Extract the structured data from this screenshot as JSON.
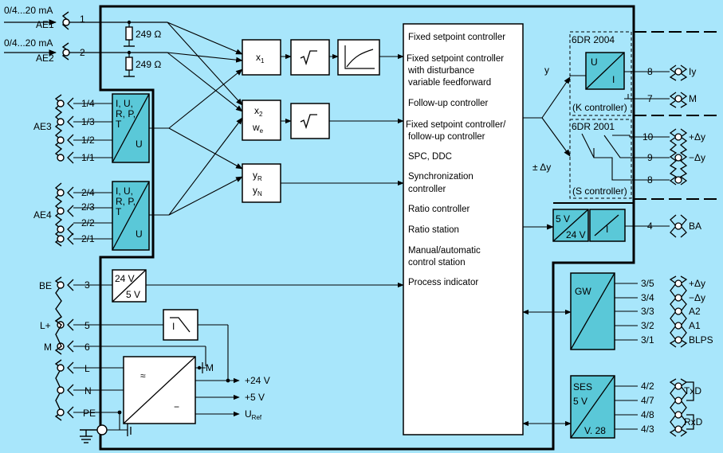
{
  "colors": {
    "background": "#a8e6fb",
    "module_fill": "#ffffff",
    "converter_fill": "#5ac8d8",
    "line": "#000000"
  },
  "analog_inputs": {
    "ae1": {
      "range": "0/4...20 mA",
      "name": "AE1",
      "terminal": "1"
    },
    "ae2": {
      "range": "0/4...20 mA",
      "name": "AE2",
      "terminal": "2"
    },
    "shunt1": "249 Ω",
    "shunt2": "249 Ω"
  },
  "ae3": {
    "name": "AE3",
    "terminals": [
      "1/4",
      "1/3",
      "1/2",
      "1/1"
    ],
    "converter": {
      "in": "I, U, R, P, T",
      "out": "U"
    }
  },
  "ae4": {
    "name": "AE4",
    "terminals": [
      "2/4",
      "2/3",
      "2/2",
      "2/1"
    ],
    "converter": {
      "in": "I, U, R, P, T",
      "out": "U"
    }
  },
  "signal_blocks": {
    "x1": "x",
    "x1_sub": "1",
    "x2": "x",
    "x2_sub": "2",
    "we": "w",
    "we_sub": "e",
    "yr": "y",
    "yr_sub": "R",
    "yn": "y",
    "yn_sub": "N"
  },
  "functions": [
    "Fixed setpoint controller",
    "Fixed setpoint controller",
    "with disturbance",
    "variable feedforward",
    "Follow-up controller",
    "Fixed setpoint controller/",
    "follow-up controller",
    "SPC, DDC",
    "Synchronization",
    "controller",
    "Ratio controller",
    "Ratio station",
    "Manual/automatic",
    "control station",
    "Process indicator"
  ],
  "outputs": {
    "y_label": "y",
    "dy_label": "± Δy",
    "k_module": {
      "model": "6DR 2004",
      "caption": "(K controller)",
      "conv_top": "U",
      "conv_bottom": "I",
      "terminals": [
        "8",
        "7"
      ],
      "signals": [
        "Iy",
        "M"
      ]
    },
    "s_module": {
      "model": "6DR 2001",
      "caption": "(S controller)",
      "terminals": [
        "10",
        "9",
        "8"
      ],
      "signals": [
        "+Δy",
        "−Δy"
      ]
    },
    "ba": {
      "v_top": "5 V",
      "v_bottom": "24 V",
      "i_label": "I",
      "terminal": "4",
      "signal": "BA"
    }
  },
  "binary": {
    "be": {
      "name": "BE",
      "terminal": "3",
      "v_top": "24 V",
      "v_bottom": "5 V"
    },
    "gw": {
      "label": "GW",
      "terminals": [
        "3/5",
        "3/4",
        "3/3",
        "3/2",
        "3/1"
      ],
      "signals": [
        "+Δy",
        "−Δy",
        "A2",
        "A1",
        "BLPS"
      ]
    },
    "ses": {
      "lines": [
        "SES",
        "5 V",
        "V. 28"
      ],
      "terminals": [
        "4/2",
        "4/7",
        "4/8",
        "4/3"
      ],
      "signals": [
        "TxD",
        "RxD"
      ]
    }
  },
  "power": {
    "labels": [
      "L+",
      "M",
      "L",
      "N",
      "PE"
    ],
    "terminals": [
      "5",
      "6"
    ],
    "supply_in": "≈",
    "supply_out": "−",
    "m_tap": "M",
    "integrator": "I",
    "rails": {
      "p24": "+24 V",
      "p5": "+5 V",
      "uref": "U",
      "uref_sub": "Ref"
    }
  }
}
